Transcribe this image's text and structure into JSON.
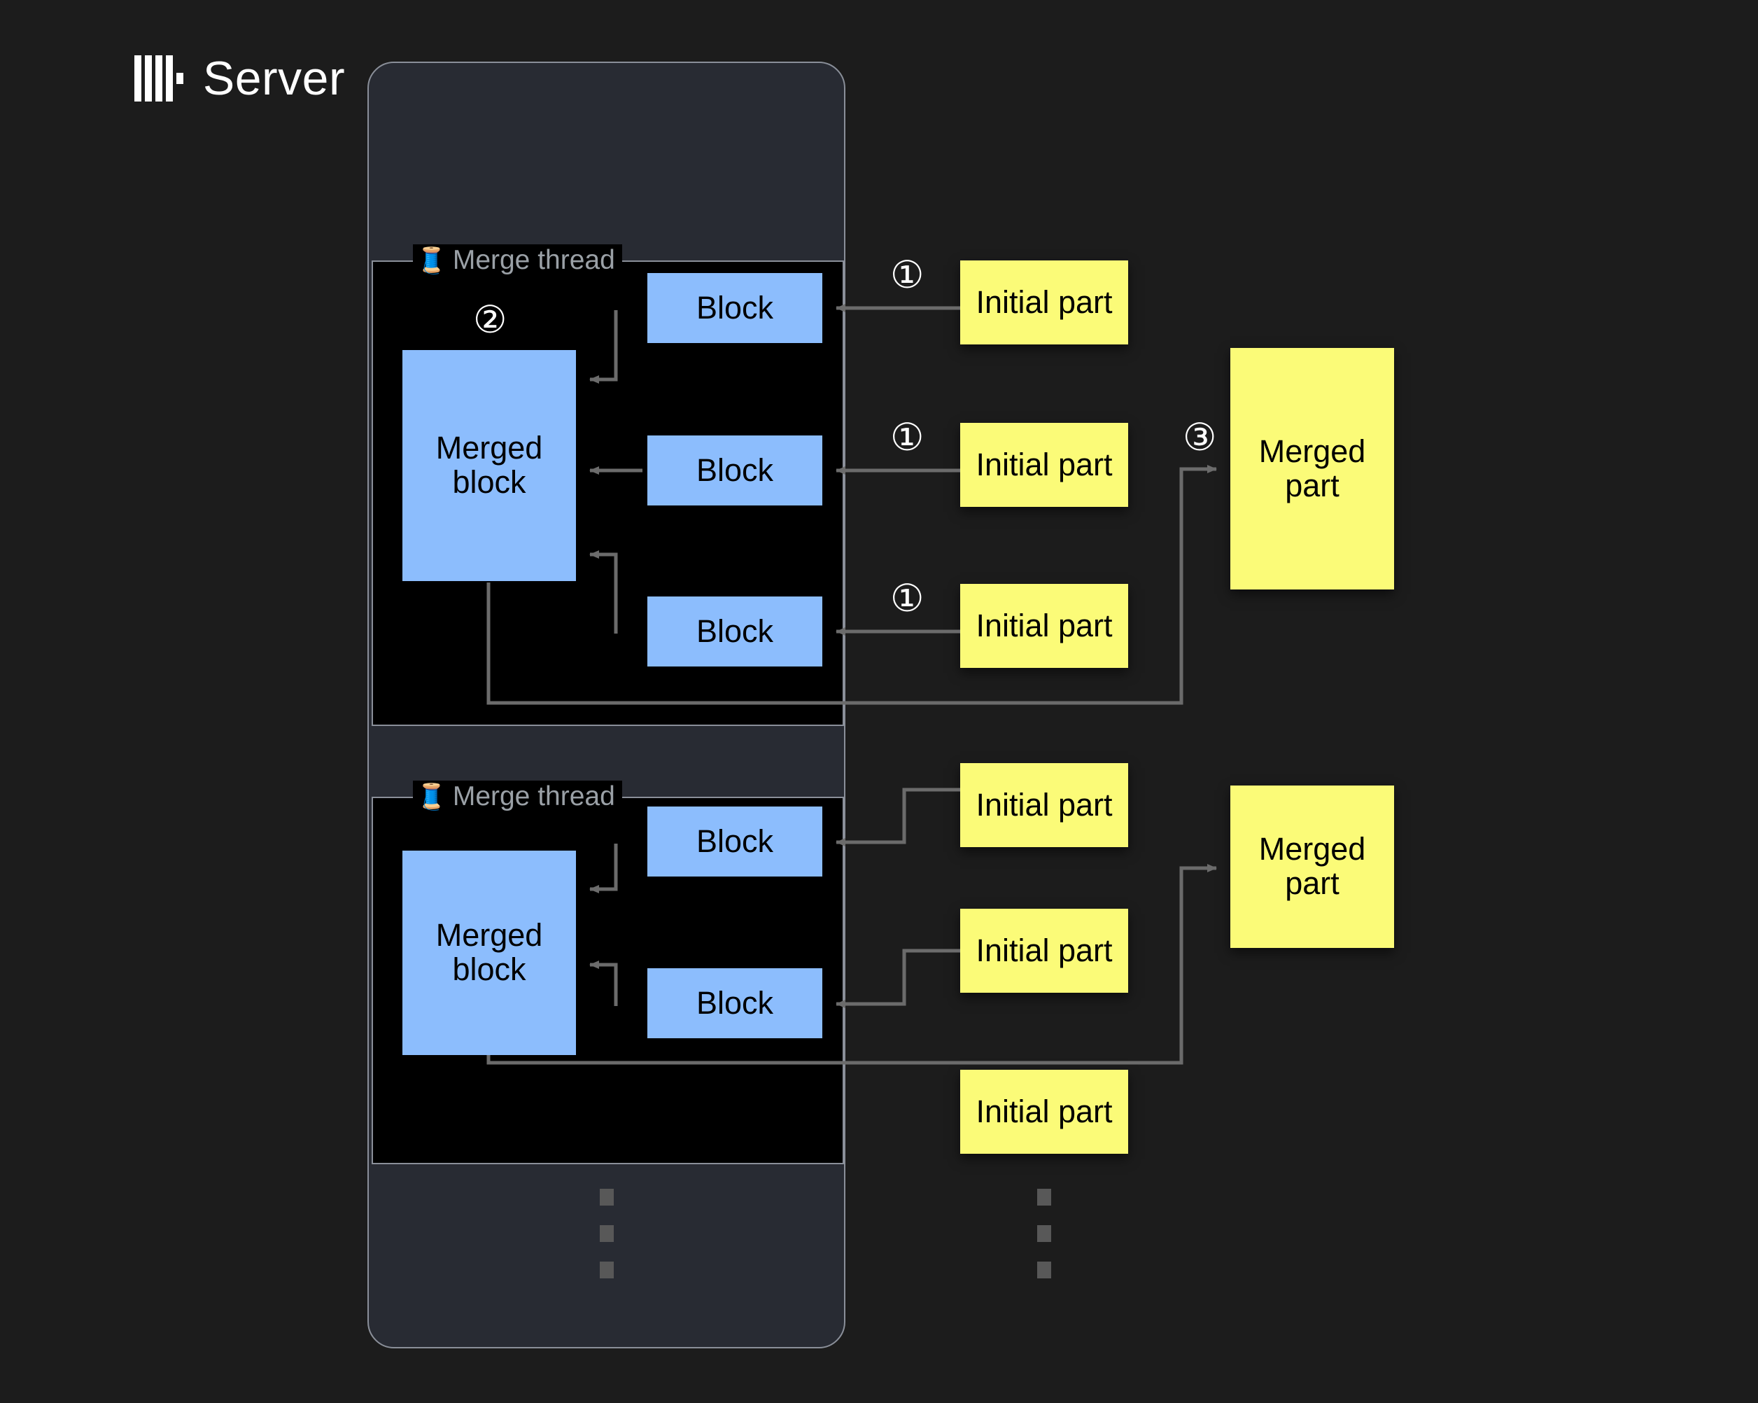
{
  "background_color": "#1C1C1C",
  "server": {
    "title": "Server",
    "logo_icon": "clickhouse-logo-icon",
    "panel_color": "#282B33",
    "border_color": "#8A8F99"
  },
  "colors": {
    "block_blue": "#8CBDFD",
    "part_yellow": "#FBFB78",
    "connector_gray": "#6B6B6B",
    "label_gray": "#9AA0A6",
    "ellipsis_gray": "#585858"
  },
  "merge_threads": [
    {
      "label": "Merge thread",
      "icon": "thread-spool-icon",
      "merged_block": {
        "label": "Merged block"
      },
      "blocks": [
        {
          "label": "Block"
        },
        {
          "label": "Block"
        },
        {
          "label": "Block"
        }
      ],
      "step_marker": "②"
    },
    {
      "label": "Merge thread",
      "icon": "thread-spool-icon",
      "merged_block": {
        "label": "Merged block"
      },
      "blocks": [
        {
          "label": "Block"
        },
        {
          "label": "Block"
        }
      ],
      "step_marker": ""
    }
  ],
  "initial_parts": [
    {
      "label": "Initial part",
      "step_marker": "①"
    },
    {
      "label": "Initial part",
      "step_marker": "①"
    },
    {
      "label": "Initial part",
      "step_marker": "①"
    },
    {
      "label": "Initial part",
      "step_marker": ""
    },
    {
      "label": "Initial part",
      "step_marker": ""
    },
    {
      "label": "Initial part",
      "step_marker": ""
    }
  ],
  "merged_parts": [
    {
      "label": "Merged part",
      "step_marker": "③"
    },
    {
      "label": "Merged part",
      "step_marker": ""
    }
  ],
  "ellipsis": {
    "server_column": "vertical-ellipsis",
    "parts_column": "vertical-ellipsis",
    "dot_count": 3
  }
}
